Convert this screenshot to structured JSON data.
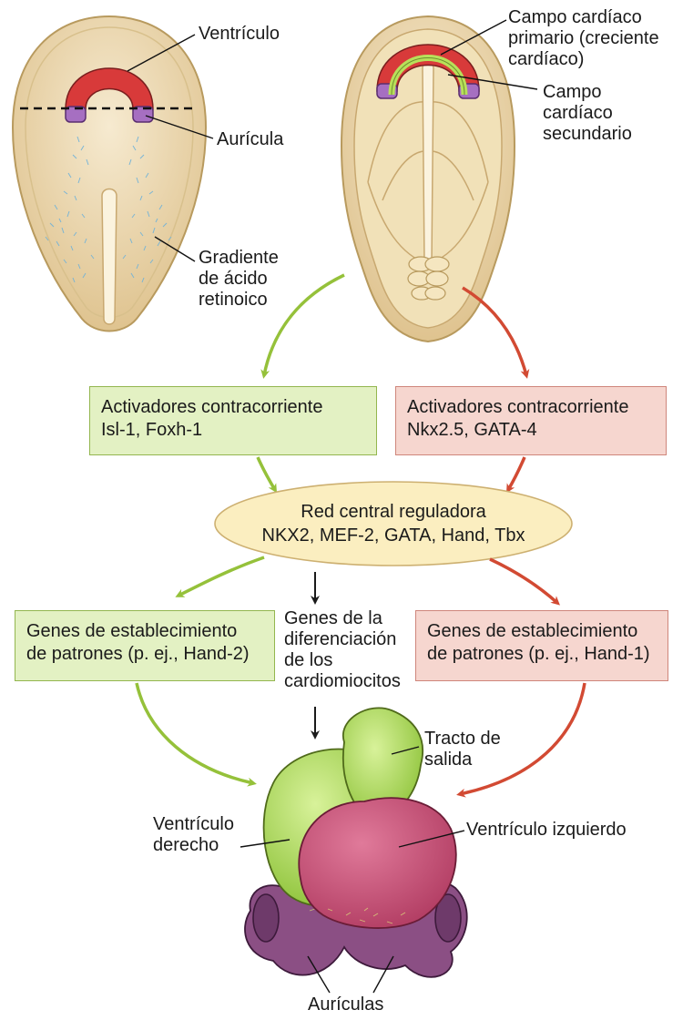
{
  "labels": {
    "ventriculo_top": "Ventrículo",
    "auricula": "Aurícula",
    "gradiente": "Gradiente\nde ácido\nretinoico",
    "campo_primario": "Campo cardíaco\nprimario (creciente\ncardíaco)",
    "campo_secundario": "Campo\ncardíaco\nsecundario",
    "genes_diferenciacion": "Genes de la\ndiferenciación\nde los\ncardiomiocitos",
    "tracto": "Tracto de\nsalida",
    "ventriculo_derecho": "Ventrículo\nderecho",
    "ventriculo_izquierdo": "Ventrículo izquierdo",
    "auriculas": "Aurículas"
  },
  "boxes": {
    "activadores_izq": "Activadores contracorriente\nIsl-1, Foxh-1",
    "activadores_der": "Activadores contracorriente\nNkx2.5, GATA-4",
    "red_central": "Red central reguladora\nNKX2, MEF-2, GATA, Hand, Tbx",
    "genes_izq": "Genes de establecimiento\nde patrones (p. ej., Hand-2)",
    "genes_der": "Genes de establecimiento\nde patrones (p. ej., Hand-1)"
  },
  "colors": {
    "green_box": "#e3f1c3",
    "red_box": "#f6d6cf",
    "ellipse": "#fbeec0",
    "green_arrow": "#95c13a",
    "red_arrow": "#d24a33",
    "embryo": "#ecd8a6",
    "heart_field_red": "#d83a3a",
    "heart_field_purple": "#a66fc1",
    "ventricle_right": "#a6d64a",
    "ventricle_left": "#c0486e",
    "atria": "#8b4f84"
  }
}
